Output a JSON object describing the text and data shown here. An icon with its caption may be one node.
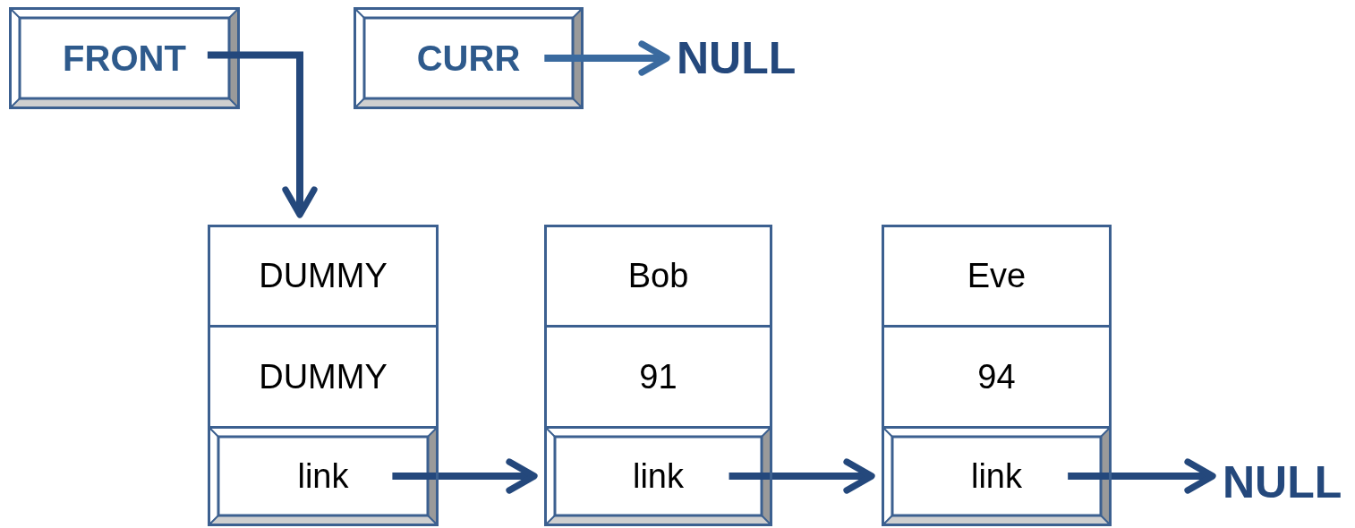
{
  "diagram": {
    "nodes": [
      {
        "text": [
          "FRONT"
        ]
      },
      {
        "text": [
          "CURR"
        ]
      },
      {
        "text": [
          "NULL"
        ]
      },
      {
        "text": [],
        "shape": "box"
      },
      {
        "text": [
          "DUMMY"
        ],
        "in": 3
      },
      {
        "text": [
          "DUMMY"
        ],
        "in": 3
      },
      {
        "text": [
          "link"
        ],
        "in": 3
      },
      {
        "text": [],
        "shape": "box"
      },
      {
        "text": [
          "Bob"
        ],
        "in": 7
      },
      {
        "text": [
          "91"
        ],
        "in": 7
      },
      {
        "text": [
          "link"
        ],
        "in": 7
      },
      {
        "text": [],
        "shape": "box"
      },
      {
        "text": [
          "Eve"
        ],
        "in": 11
      },
      {
        "text": [
          "94"
        ],
        "in": 11
      },
      {
        "text": [
          "link"
        ],
        "in": 11
      },
      {
        "text": [
          "NULL"
        ]
      }
    ],
    "edges": [
      {
        "from": 0,
        "to": 3,
        "arrow": "to"
      },
      {
        "from": 1,
        "to": 2,
        "arrow": "to",
        "color": "#3a6a9f"
      },
      {
        "from": 6,
        "to": 7,
        "arrow": "to"
      },
      {
        "from": 10,
        "to": 11,
        "arrow": "to"
      },
      {
        "from": 14,
        "to": 15,
        "arrow": "to"
      }
    ]
  }
}
